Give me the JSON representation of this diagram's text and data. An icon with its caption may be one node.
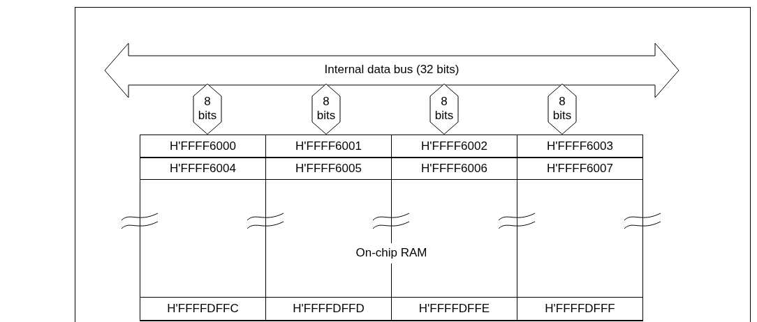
{
  "diagram": {
    "nodes": [
      {
        "text": [
          "Internal data bus (32 bits)"
        ]
      },
      {
        "text": [
          "8 bits"
        ]
      },
      {
        "text": [
          "8 bits"
        ]
      },
      {
        "text": [
          "8 bits"
        ]
      },
      {
        "text": [
          "8 bits"
        ]
      },
      {
        "text": [
          "On-chip RAM"
        ]
      },
      {
        "text": [
          "H'FFFF6000"
        ],
        "in": 5
      },
      {
        "text": [
          "H'FFFF6001"
        ],
        "in": 5
      },
      {
        "text": [
          "H'FFFF6002"
        ],
        "in": 5
      },
      {
        "text": [
          "H'FFFF6003"
        ],
        "in": 5
      },
      {
        "text": [
          "H'FFFF6004"
        ],
        "in": 5
      },
      {
        "text": [
          "H'FFFF6005"
        ],
        "in": 5
      },
      {
        "text": [
          "H'FFFF6006"
        ],
        "in": 5
      },
      {
        "text": [
          "H'FFFF6007"
        ],
        "in": 5
      },
      {
        "text": [
          "H'FFFFDFFC"
        ],
        "in": 5
      },
      {
        "text": [
          "H'FFFFDFFD"
        ],
        "in": 5
      },
      {
        "text": [
          "H'FFFFDFFE"
        ],
        "in": 5
      },
      {
        "text": [
          "H'FFFFDFFF"
        ],
        "in": 5
      }
    ]
  }
}
